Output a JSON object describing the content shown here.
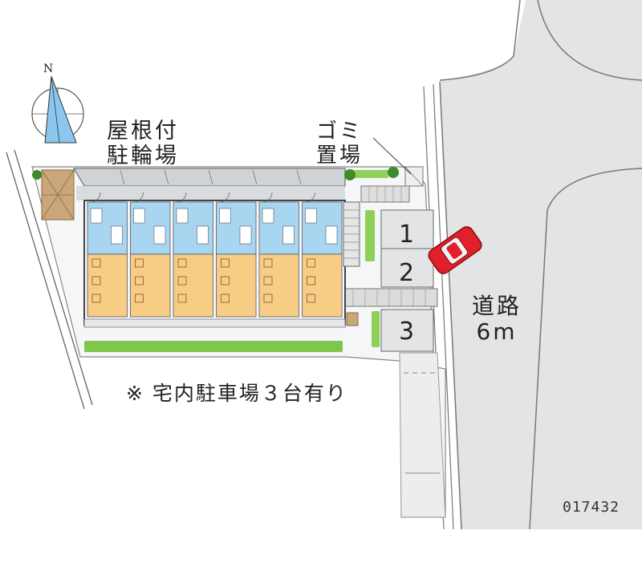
{
  "compass": {
    "label": "N"
  },
  "labels": {
    "bike_parking": "屋根付\n駐輪場",
    "garbage": "ゴミ\n置場",
    "road": "道路\n6m",
    "parking_note": "※ 宅内駐車場３台有り",
    "property_id": "017432"
  },
  "parking_slots": [
    "1",
    "2",
    "3"
  ],
  "units": 6,
  "colors": {
    "road": "#e3e4e6",
    "building_wall": "#555a5e",
    "unit_upper": "#a8d6f0",
    "unit_lower": "#f7cc85",
    "hedge": "#6fbf3f",
    "bike_shed": "#c9a77a",
    "car": "#e0202a",
    "lot_fill": "#e8e9eb"
  }
}
